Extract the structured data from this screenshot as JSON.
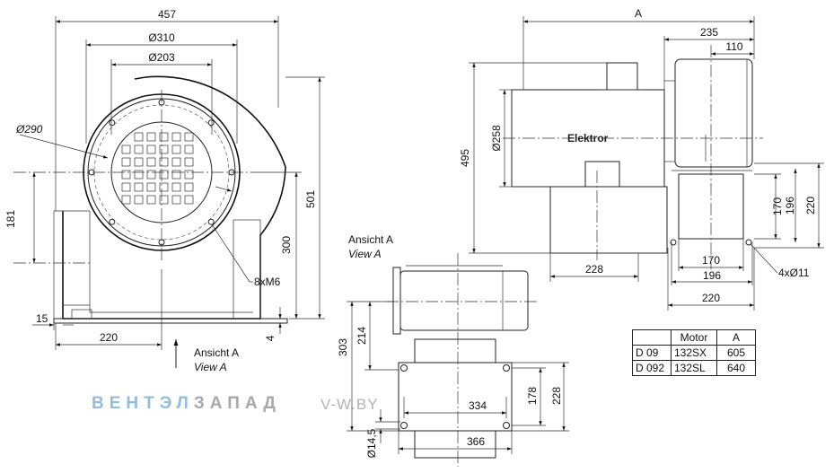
{
  "diagram": {
    "dims_left": {
      "width_total": "457",
      "dia_outer": "Ø310",
      "dia_inner": "Ø203",
      "dia_bolt": "Ø290",
      "h_center": "181",
      "h_total": "501",
      "h_base": "300",
      "bolts": "8xM6",
      "flange": "15",
      "base_width": "220",
      "base_thk": "4"
    },
    "view_arrow": {
      "line1": "Ansicht A",
      "line2": "View A"
    },
    "view_a_title": {
      "line1": "Ansicht A",
      "line2": "View A"
    },
    "dims_side": {
      "length": "A",
      "motor_len": "235",
      "motor_part": "110",
      "height": "495",
      "dia_outlet": "Ø258",
      "outlet_w": "228",
      "motor_label": "Elektror"
    },
    "dims_foot": {
      "h1": "170",
      "h2": "196",
      "h3": "220",
      "w1": "170",
      "w2": "196",
      "w3": "220",
      "holes": "4xØ11"
    },
    "dims_view_a": {
      "h_total": "303",
      "h_part": "214",
      "w_inner": "334",
      "w_outer": "366",
      "h_inner": "178",
      "h_outer": "228",
      "holes": "Ø14,5"
    }
  },
  "table": {
    "headers": [
      "",
      "Motor",
      "A"
    ],
    "rows": [
      [
        "D 09",
        "132SX",
        "605"
      ],
      [
        "D 092",
        "132SL",
        "640"
      ]
    ]
  },
  "brand": {
    "part1": "ВЕНТЭЛ",
    "part2": "ЗАПАД",
    "site": "V-W.BY"
  }
}
